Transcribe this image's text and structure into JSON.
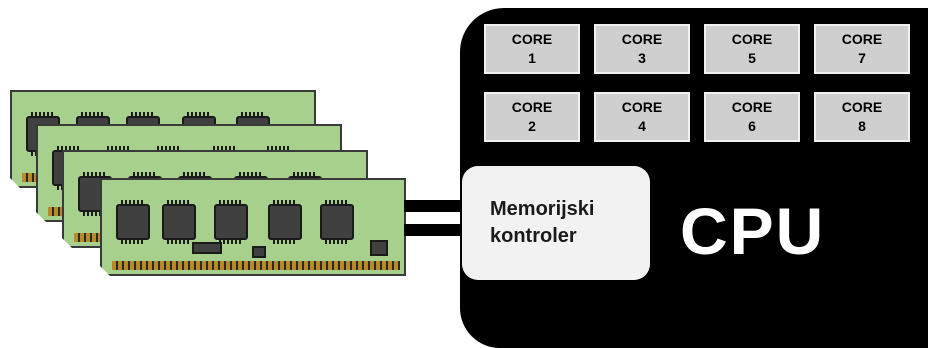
{
  "cpu": {
    "label": "CPU",
    "background_color": "#000000",
    "cores": [
      {
        "word": "CORE",
        "number": "1"
      },
      {
        "word": "CORE",
        "number": "3"
      },
      {
        "word": "CORE",
        "number": "5"
      },
      {
        "word": "CORE",
        "number": "7"
      },
      {
        "word": "CORE",
        "number": "2"
      },
      {
        "word": "CORE",
        "number": "4"
      },
      {
        "word": "CORE",
        "number": "6"
      },
      {
        "word": "CORE",
        "number": "8"
      }
    ],
    "core_color": "#cfcfcf"
  },
  "memory_controller": {
    "line1": "Memorijski",
    "line2": "kontroler",
    "color": "#f2f2f2"
  },
  "ram": {
    "module_count": 4,
    "pcb_color": "#a7d08c",
    "chip_color": "#404040",
    "contact_color": "#b98a2a"
  }
}
